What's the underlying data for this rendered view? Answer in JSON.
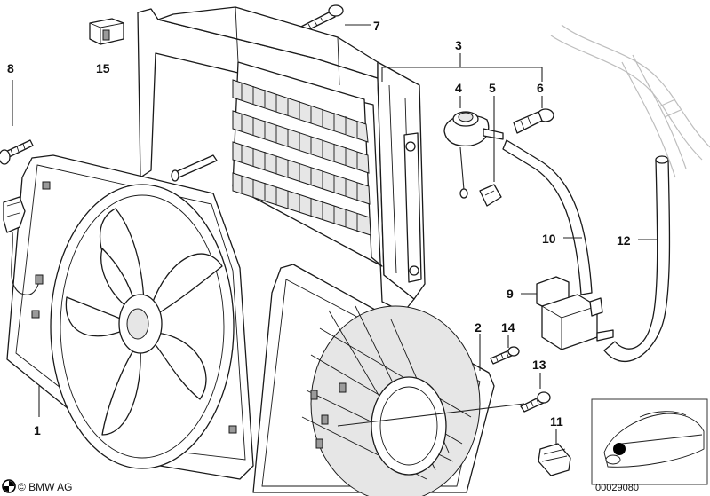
{
  "diagram": {
    "part_numbers": [
      "1",
      "2",
      "3",
      "4",
      "5",
      "6",
      "7",
      "8",
      "9",
      "10",
      "11",
      "12",
      "13",
      "14",
      "15"
    ],
    "copyright": "© BMW AG",
    "image_code": "00029080"
  },
  "icons": {
    "copyright_logo": "bmw-roundel-icon",
    "inset": "car-location-inset-icon"
  }
}
